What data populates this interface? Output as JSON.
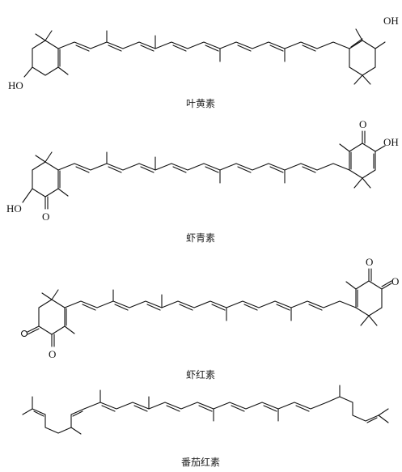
{
  "molecules": [
    {
      "name": "叶黄素",
      "labels": {
        "oh_left": "HO",
        "oh_right": "OH"
      }
    },
    {
      "name": "虾青素",
      "labels": {
        "oh_left": "HO",
        "o_left": "O",
        "o_right": "O",
        "oh_right": "OH"
      }
    },
    {
      "name": "虾红素",
      "labels": {
        "o_left_a": "O",
        "o_left_b": "O",
        "o_right_a": "O",
        "o_right_b": "O"
      }
    },
    {
      "name": "番茄红素",
      "labels": {}
    }
  ]
}
